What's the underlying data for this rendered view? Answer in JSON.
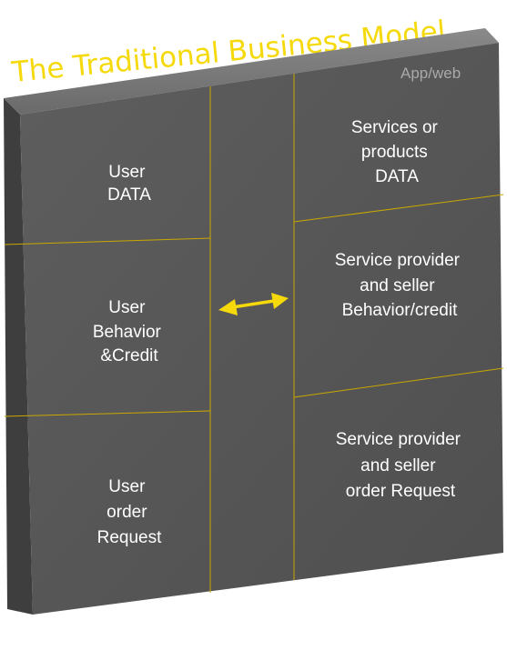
{
  "title": "The Traditional Business Model",
  "platform_tag": "App/web",
  "user_side": {
    "data": [
      "User",
      "DATA"
    ],
    "behavior": [
      "User",
      "Behavior",
      "&Credit"
    ],
    "order": [
      "User",
      "order",
      "Request"
    ]
  },
  "provider_side": {
    "data": [
      "Services or",
      "products",
      "DATA"
    ],
    "behavior": [
      "Service provider",
      "and seller",
      "Behavior/credit"
    ],
    "order": [
      "Service provider",
      "and seller",
      "order Request"
    ]
  },
  "colors": {
    "accent": "#f5d90a",
    "block_front": "#575757",
    "block_side": "#3e3e3e",
    "block_top": "#7a7a7a",
    "divider": "#c9a800",
    "text": "#ffffff",
    "tag": "#a9a9a9"
  },
  "arrow_icon": "double-headed-arrow-icon"
}
